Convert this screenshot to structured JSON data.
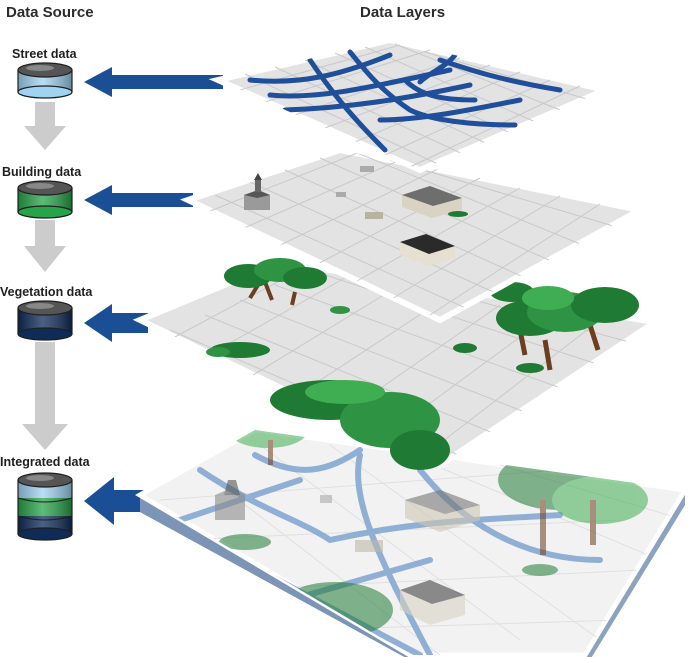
{
  "headers": {
    "source": "Data Source",
    "layers": "Data Layers"
  },
  "sources": [
    {
      "label": "Street data",
      "icon": "street-database-icon",
      "bands": [
        "#9fd3f2"
      ]
    },
    {
      "label": "Building data",
      "icon": "building-database-icon",
      "bands": [
        "#27a34a"
      ]
    },
    {
      "label": "Vegetation data",
      "icon": "vegetation-database-icon",
      "bands": [
        "#0f2c59"
      ]
    },
    {
      "label": "Integrated data",
      "icon": "integrated-database-icon",
      "bands": [
        "#9fd3f2",
        "#27a34a",
        "#0f2c59"
      ]
    }
  ],
  "colors": {
    "road": "#1f4e9a",
    "arrow": "#1b4f95",
    "grid": "#c9c9c9",
    "plane": "#e3e3e3",
    "tree_dark": "#1f7a34",
    "tree_light": "#3fae52",
    "trunk": "#6b3f1f",
    "flow_arrow": "#cccccc"
  }
}
